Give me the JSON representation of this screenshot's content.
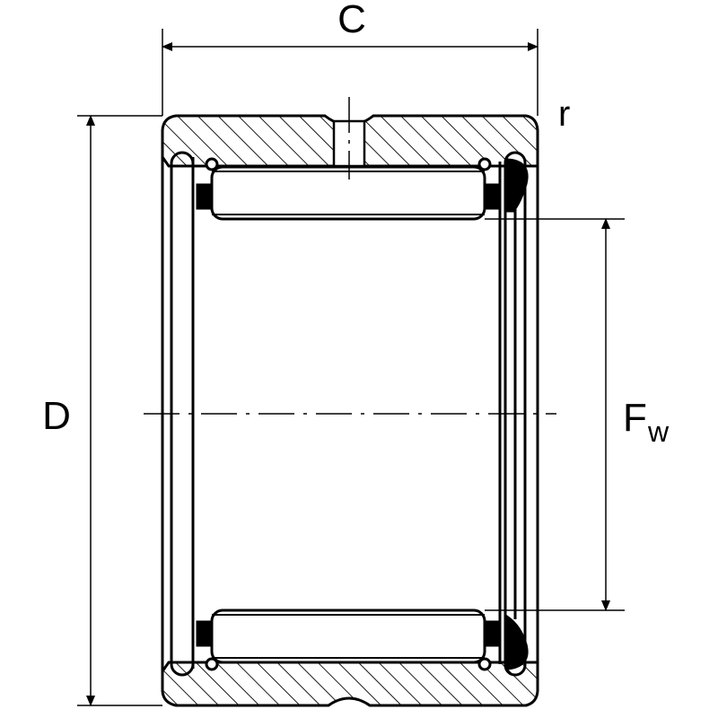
{
  "labels": {
    "width": "C",
    "outer_diameter": "D",
    "inner_diameter_main": "F",
    "inner_diameter_sub": "w",
    "corner_radius": "r"
  },
  "colors": {
    "line": "#000000",
    "background": "#ffffff"
  }
}
